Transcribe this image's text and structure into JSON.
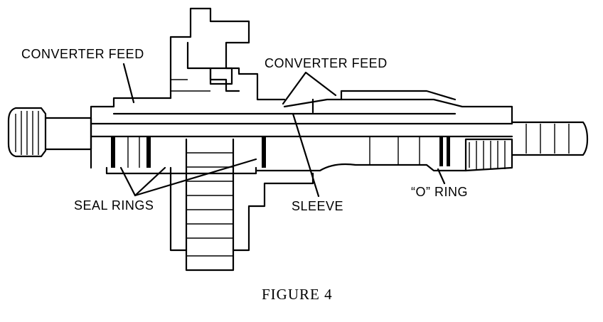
{
  "labels": {
    "converter_feed_left": "CONVERTER FEED",
    "converter_feed_right": "CONVERTER FEED",
    "seal_rings": "SEAL RINGS",
    "sleeve": "SLEEVE",
    "o_ring": "“O” RING"
  },
  "caption": "FIGURE 4"
}
